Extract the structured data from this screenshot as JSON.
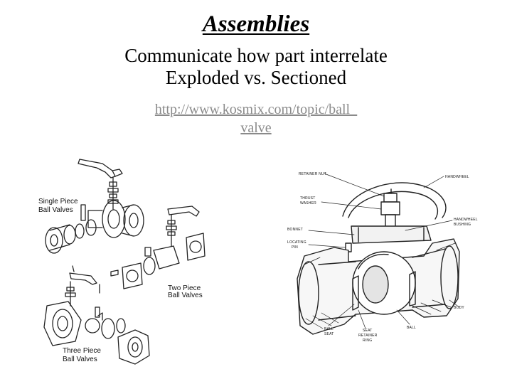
{
  "slide": {
    "title": "Assemblies",
    "subtitle_line1": "Communicate how part interrelate",
    "subtitle_line2": "Exploded vs. Sectioned",
    "link_line1": "http://www.kosmix.com/topic/ball_",
    "link_line2": "valve"
  },
  "exploded_figure": {
    "label_single_1": "Single Piece",
    "label_single_2": "Ball Valves",
    "label_two_1": "Two Piece",
    "label_two_2": "Ball Valves",
    "label_three_1": "Three Piece",
    "label_three_2": "Ball Valves"
  },
  "sectioned_figure": {
    "retainer_nut": "RETAINER NUT",
    "handwheel": "HANDWHEEL",
    "thrust_washer_1": "THRUST",
    "thrust_washer_2": "WASHER",
    "handwheel_bushing_1": "HANDWHEEL",
    "handwheel_bushing_2": "BUSHING",
    "bonnet": "BONNET",
    "locating_pin_1": "LOCATING",
    "locating_pin_2": "PIN",
    "body": "BODY",
    "ball_seat_1": "BALL",
    "ball_seat_2": "SEAT",
    "seat_retainer_1": "SEAT",
    "seat_retainer_2": "RETAINER",
    "seat_retainer_3": "RING",
    "ball": "BALL"
  }
}
